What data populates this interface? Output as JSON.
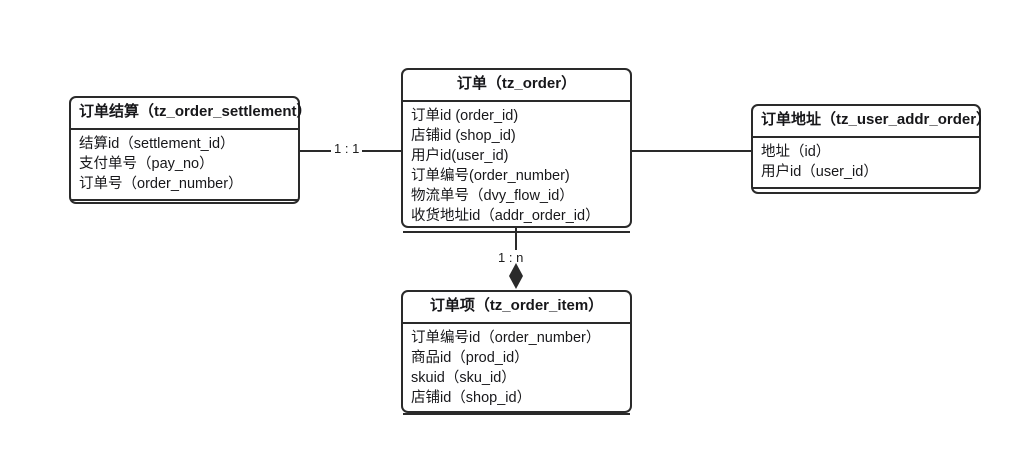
{
  "diagram": {
    "title_cn_note": "",
    "background": "#ffffff",
    "line_color": "#2a2a2a",
    "text_color": "#17171a"
  },
  "entities": [
    {
      "key": "order_settlement",
      "title": "订单结算（tz_order_settlement）",
      "title_cn": "订单结算",
      "title_table": "tz_order_settlement",
      "fields": [
        "结算id（settlement_id）",
        "支付单号（pay_no）",
        "订单号（order_number）"
      ]
    },
    {
      "key": "order",
      "title": "订单（tz_order）",
      "title_cn": "订单",
      "title_table": "tz_order",
      "fields": [
        "订单id (order_id)",
        "店铺id (shop_id)",
        "用户id(user_id)",
        "订单编号(order_number)",
        "物流单号（dvy_flow_id）",
        "收货地址id（addr_order_id）"
      ]
    },
    {
      "key": "user_addr_order",
      "title": "订单地址（tz_user_addr_order）",
      "title_cn": "订单地址",
      "title_table": "tz_user_addr_order",
      "fields": [
        "地址（id）",
        "用户id（user_id）"
      ]
    },
    {
      "key": "order_item",
      "title": "订单项（tz_order_item）",
      "title_cn": "订单项",
      "title_table": "tz_order_item",
      "fields": [
        "订单编号id（order_number）",
        "商品id（prod_id）",
        "skuid（sku_id）",
        "店铺id（shop_id）"
      ]
    }
  ],
  "relations": [
    {
      "key": "settlement-to-order",
      "label": "1 : 1",
      "from": "order_settlement",
      "to": "order",
      "marker": "none"
    },
    {
      "key": "order-to-addr",
      "label": "",
      "from": "order",
      "to": "user_addr_order",
      "marker": "none"
    },
    {
      "key": "order-to-item",
      "label": "1 : n",
      "from": "order",
      "to": "order_item",
      "marker": "filled-diamond"
    }
  ]
}
